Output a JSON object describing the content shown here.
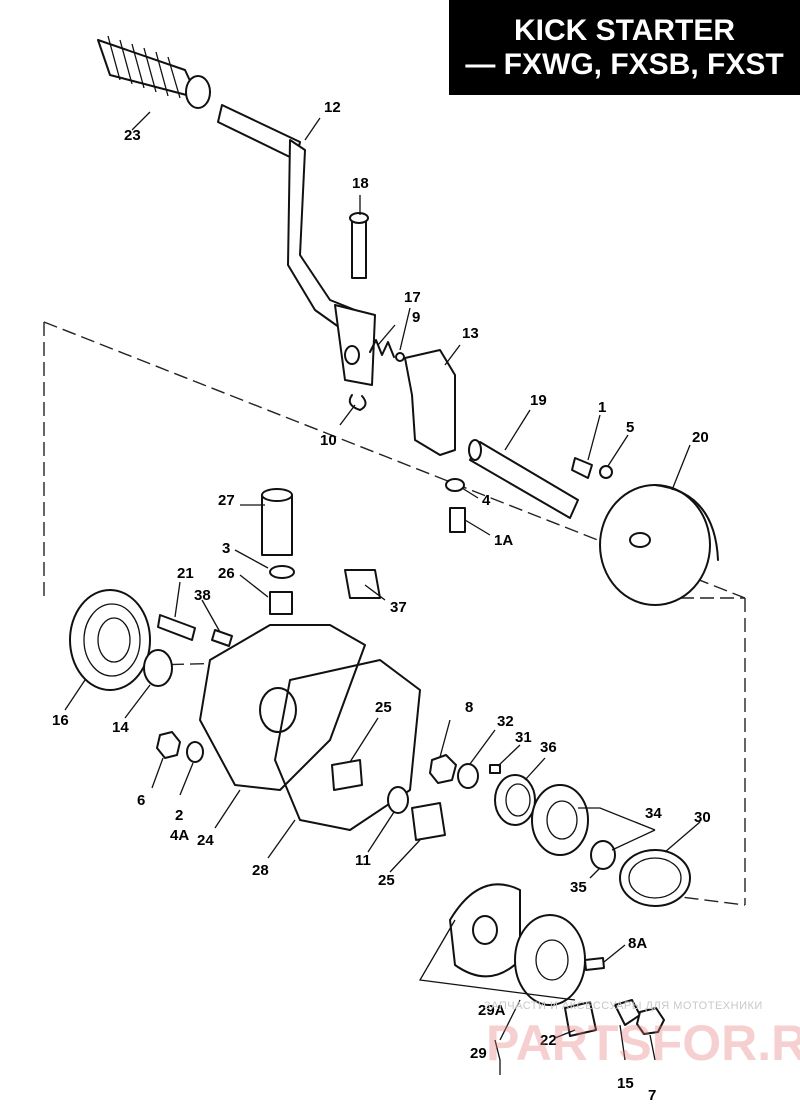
{
  "title": {
    "line1": "KICK STARTER",
    "line2": "— FXWG, FXSB, FXST"
  },
  "callouts": [
    "1",
    "1A",
    "2",
    "4A",
    "3",
    "4",
    "5",
    "6",
    "7",
    "8",
    "8A",
    "9",
    "10",
    "11",
    "12",
    "13",
    "14",
    "15",
    "16",
    "17",
    "18",
    "19",
    "20",
    "21",
    "22",
    "23",
    "24",
    "25",
    "26",
    "27",
    "28",
    "29",
    "29A",
    "30",
    "31",
    "32",
    "34",
    "35",
    "36",
    "37",
    "38"
  ],
  "watermark": {
    "caption": "ЗАПЧАСТИ И АКСЕССУАРЫ ДЛЯ МОТОТЕХНИКИ",
    "brand": "PARTSFOR.RU"
  }
}
